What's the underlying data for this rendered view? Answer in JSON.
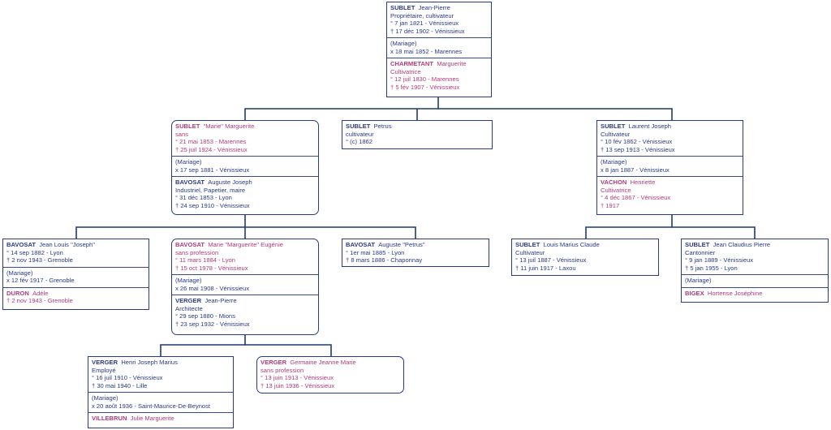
{
  "persons": {
    "jean_pierre_sublet": {
      "surname": "SUBLET",
      "given": "Jean-Pierre",
      "lines": [
        "Propriétaire, cultivateur",
        "° 7 jan 1821  - Vénissieux",
        "† 17 déc 1902  - Vénissieux"
      ],
      "marriage": [
        "(Mariage)",
        "x 18 mai 1852  - Marennes"
      ],
      "spouse": {
        "surname": "CHARMETANT",
        "given": "Marguerite",
        "lines": [
          "Cultivatrice",
          "° 12 juil 1830  - Marennes",
          "† 5 fév 1907  - Vénissieux"
        ]
      }
    },
    "marie_marguerite_sublet": {
      "surname": "SUBLET",
      "given": "\"Marie\" Marguerite",
      "lines": [
        "sans",
        "° 21 mai 1853  - Marennes",
        "† 25 juil 1924  - Vénissieux"
      ],
      "marriage": [
        "(Mariage)",
        "x 17 sep 1881  - Vénissieux"
      ],
      "spouse": {
        "surname": "BAVOSAT",
        "given": "Auguste Joseph",
        "lines": [
          "Industriel, Papetier, maire",
          "° 31 déc 1853  - Lyon",
          "† 24 sep 1910  - Vénissieux"
        ]
      }
    },
    "petrus_sublet": {
      "surname": "SUBLET",
      "given": "Petrus",
      "lines": [
        "cultivateur",
        "° (c) 1862"
      ]
    },
    "laurent_joseph_sublet": {
      "surname": "SUBLET",
      "given": "Laurent Joseph",
      "lines": [
        "Cultivateur",
        "° 10 fév 1862  - Vénissieux",
        "† 13 sep 1913  - Vénissieux"
      ],
      "marriage": [
        "(Mariage)",
        "x 8 jan 1887  - Vénissieux"
      ],
      "spouse": {
        "surname": "VACHON",
        "given": "Henriette",
        "lines": [
          "Cultivatrice",
          "° 4 déc 1867  - Vénissieux",
          "† 1917"
        ]
      }
    },
    "jean_louis_bavosat": {
      "surname": "BAVOSAT",
      "given": "Jean Louis \"Joseph\"",
      "lines": [
        "° 14 sep 1882  - Lyon",
        "† 2 nov 1943  - Grenoble"
      ],
      "marriage": [
        "(Mariage)",
        "x 12 fév 1917  - Grenoble"
      ],
      "spouse": {
        "surname": "DURON",
        "given": "Adèle",
        "lines": [
          "† 2 nov 1943  - Grenoble"
        ]
      }
    },
    "marie_marguerite_eugenie_bavosat": {
      "surname": "BAVOSAT",
      "given": "Marie \"Marguerite\" Eugénie",
      "lines": [
        "sans profession",
        "° 11 mars 1884  - Lyon",
        "† 15 oct 1978  - Vénissieux"
      ],
      "marriage": [
        "(Mariage)",
        "x 26 mai 1908  - Vénissieux"
      ],
      "spouse": {
        "surname": "VERGER",
        "given": "Jean-Pierre",
        "lines": [
          "Architecte",
          "° 29 sep 1880  - Mions",
          "† 23 sep 1932  - Vénissieux"
        ]
      }
    },
    "auguste_petrus_bavosat": {
      "surname": "BAVOSAT",
      "given": "Auguste \"Petrus\"",
      "lines": [
        "° 1er mai 1885  - Lyon",
        "† 8 mars 1886  - Chaponnay"
      ]
    },
    "louis_marius_claude_sublet": {
      "surname": "SUBLET",
      "given": "Louis Marius Claude",
      "lines": [
        "Cultivateur",
        "° 13 juil 1887  - Vénissieux",
        "† 11 juin 1917  - Laxou"
      ]
    },
    "jean_claudius_pierre_sublet": {
      "surname": "SUBLET",
      "given": "Jean Claudius Pierre",
      "lines": [
        "Cantonnier",
        "° 9 jan 1889  - Vénissieux",
        "† 5 jan 1955  - Lyon"
      ],
      "marriage": [
        "(Mariage)"
      ],
      "spouse": {
        "surname": "BIGEX",
        "given": "Hortense Joséphine",
        "lines": []
      }
    },
    "henri_joseph_marius_verger": {
      "surname": "VERGER",
      "given": "Henri Joseph Marius",
      "lines": [
        "Employé",
        "° 16 juil 1910  - Vénissieux",
        "† 30 mai 1940  - Lille"
      ],
      "marriage": [
        "(Mariage)",
        "x 20 août 1936  - Saint-Maurice-De-Beynost"
      ],
      "spouse": {
        "surname": "VILLEBRUN",
        "given": "Julie Marguerite",
        "lines": []
      }
    },
    "germaine_jeanne_marie_verger": {
      "surname": "VERGER",
      "given": "Germaine Jeanne Marie",
      "lines": [
        "sans profession",
        "° 13 juin 1913  - Vénissieux",
        "† 13 juin 1936  - Vénissieux"
      ]
    }
  },
  "colors": {
    "male": "#2a3a85",
    "female": "#b23a7a",
    "line": "#1f3a6e"
  }
}
